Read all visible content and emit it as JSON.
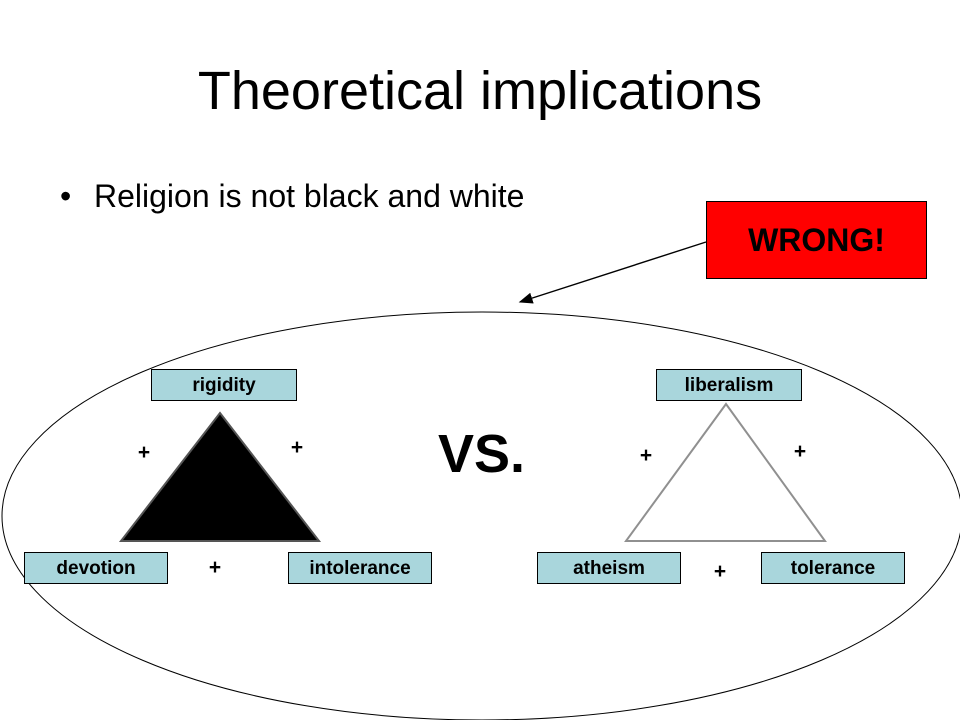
{
  "slide": {
    "title": "Theoretical implications",
    "bullet": "Religion is not black and white",
    "callout": "WRONG!",
    "vs": "VS."
  },
  "left_triangle": {
    "top": "rigidity",
    "bottom_left": "devotion",
    "bottom_right": "intolerance",
    "edge_left": "+",
    "edge_right": "+",
    "edge_bottom": "+",
    "fill": "#000000"
  },
  "right_triangle": {
    "top": "liberalism",
    "bottom_left": "atheism",
    "bottom_right": "tolerance",
    "edge_left": "+",
    "edge_right": "+",
    "edge_bottom": "+",
    "fill": "#ffffff"
  },
  "colors": {
    "label_bg": "#a9d6dc",
    "callout_bg": "#ff0000"
  }
}
